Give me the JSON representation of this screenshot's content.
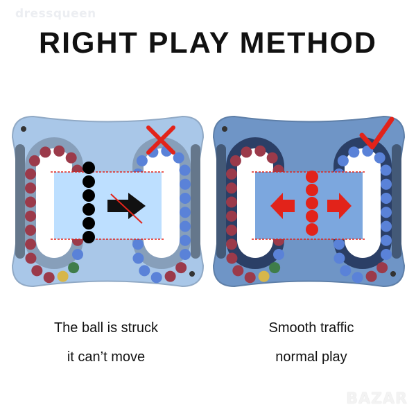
{
  "watermark": "dressqueen",
  "title": "RIGHT PLAY METHOD",
  "left": {
    "caption_line1": "The ball is struck",
    "caption_line2": "it can’t move",
    "mark": "wrong"
  },
  "right": {
    "caption_line1": "Smooth traffic",
    "caption_line2": "normal play",
    "mark": "correct"
  },
  "logo": "BAZAR",
  "colors": {
    "left_toy": "#a9c7e8",
    "right_toy": "#6f95c6",
    "mark_red": "#e2231a"
  }
}
